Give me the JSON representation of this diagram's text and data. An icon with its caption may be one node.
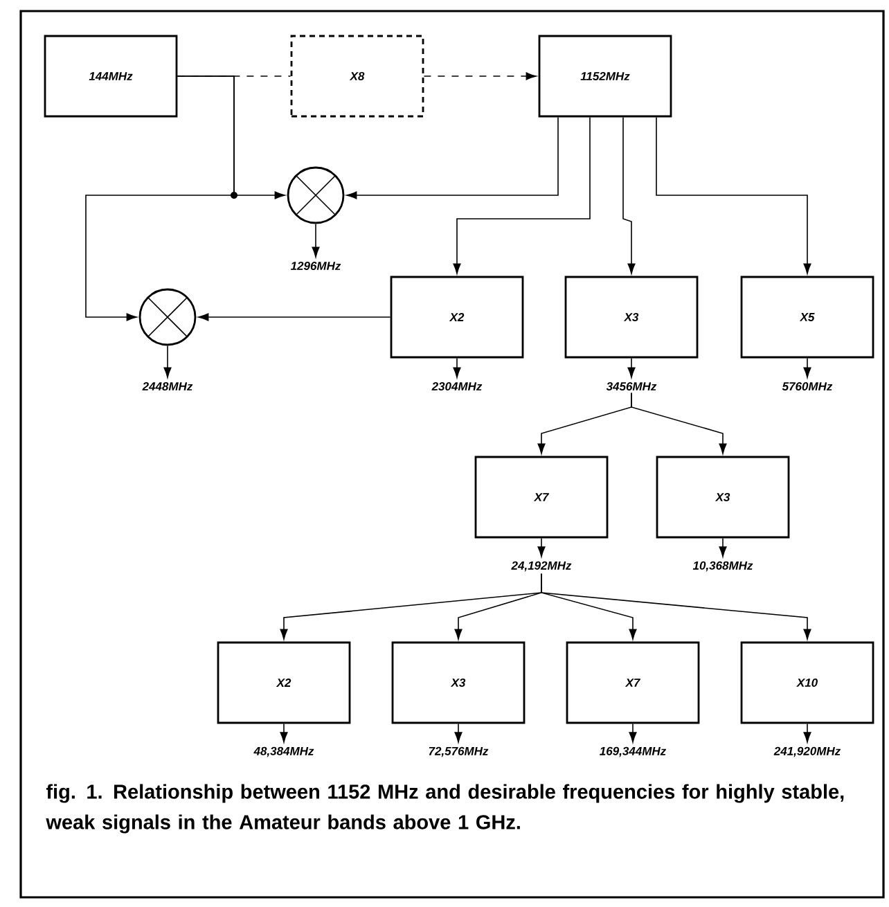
{
  "diagram": {
    "caption": "fig. 1. Relationship between 1152 MHz and desirable frequencies for highly stable, weak signals in the Amateur bands above 1 GHz.",
    "nodes": [
      {
        "text": [
          "144MHz"
        ]
      },
      {
        "text": [
          "X8"
        ]
      },
      {
        "text": [
          "1152MHz"
        ]
      },
      {
        "text": [],
        "shape": "circle"
      },
      {
        "text": [
          "1296MHz"
        ]
      },
      {
        "text": [],
        "shape": "circle"
      },
      {
        "text": [
          "2448MHz"
        ]
      },
      {
        "text": [
          "X2"
        ]
      },
      {
        "text": [
          "X3"
        ]
      },
      {
        "text": [
          "X5"
        ]
      },
      {
        "text": [
          "2304MHz"
        ]
      },
      {
        "text": [
          "3456MHz"
        ]
      },
      {
        "text": [
          "5760MHz"
        ]
      },
      {
        "text": [
          "X7"
        ]
      },
      {
        "text": [
          "X3"
        ]
      },
      {
        "text": [
          "24,192MHz"
        ]
      },
      {
        "text": [
          "10,368MHz"
        ]
      },
      {
        "text": [
          "X2"
        ]
      },
      {
        "text": [
          "X3"
        ]
      },
      {
        "text": [
          "X7"
        ]
      },
      {
        "text": [
          "X10"
        ]
      },
      {
        "text": [
          "48,384MHz"
        ]
      },
      {
        "text": [
          "72,576MHz"
        ]
      },
      {
        "text": [
          "169,344MHz"
        ]
      },
      {
        "text": [
          "241,920MHz"
        ]
      }
    ],
    "edges": [
      {
        "from": 0,
        "to": 1,
        "arrow": "none",
        "style": "dashed"
      },
      {
        "from": 1,
        "to": 2,
        "arrow": "to",
        "style": "dashed"
      },
      {
        "from": 0,
        "to": 3,
        "arrow": "to"
      },
      {
        "from": 0,
        "to": 5,
        "arrow": "to"
      },
      {
        "from": 2,
        "to": 3,
        "arrow": "to"
      },
      {
        "from": 2,
        "to": 7,
        "arrow": "to"
      },
      {
        "from": 2,
        "to": 8,
        "arrow": "to"
      },
      {
        "from": 2,
        "to": 9,
        "arrow": "to"
      },
      {
        "from": 7,
        "to": 5,
        "arrow": "to"
      },
      {
        "from": 3,
        "to": 4,
        "arrow": "to"
      },
      {
        "from": 5,
        "to": 6,
        "arrow": "to"
      },
      {
        "from": 7,
        "to": 10,
        "arrow": "to"
      },
      {
        "from": 8,
        "to": 11,
        "arrow": "to"
      },
      {
        "from": 9,
        "to": 12,
        "arrow": "to"
      },
      {
        "from": 11,
        "to": 13,
        "arrow": "to"
      },
      {
        "from": 11,
        "to": 14,
        "arrow": "to"
      },
      {
        "from": 13,
        "to": 15,
        "arrow": "to"
      },
      {
        "from": 14,
        "to": 16,
        "arrow": "to"
      },
      {
        "from": 15,
        "to": 17,
        "arrow": "to"
      },
      {
        "from": 15,
        "to": 18,
        "arrow": "to"
      },
      {
        "from": 15,
        "to": 19,
        "arrow": "to"
      },
      {
        "from": 15,
        "to": 20,
        "arrow": "to"
      },
      {
        "from": 17,
        "to": 21,
        "arrow": "to"
      },
      {
        "from": 18,
        "to": 22,
        "arrow": "to"
      },
      {
        "from": 19,
        "to": 23,
        "arrow": "to"
      },
      {
        "from": 20,
        "to": 24,
        "arrow": "to"
      }
    ]
  }
}
